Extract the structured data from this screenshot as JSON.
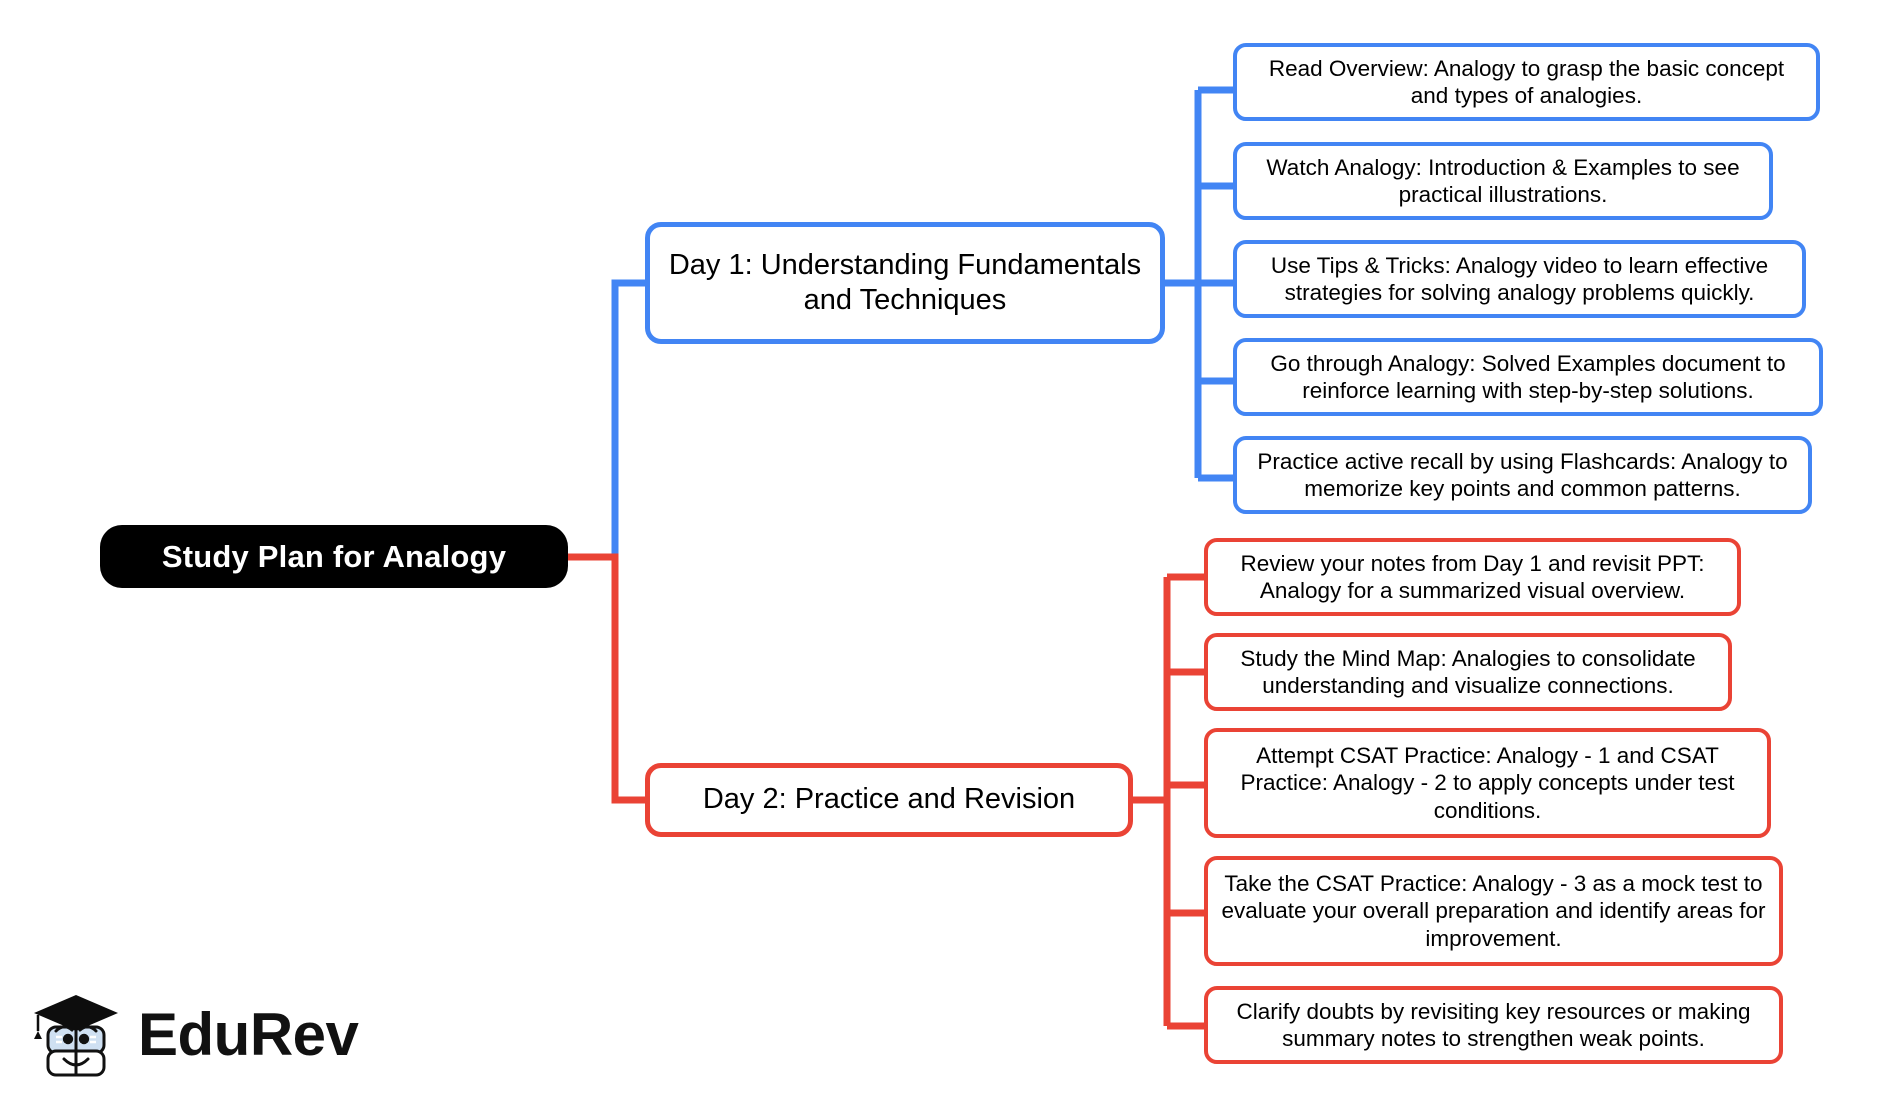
{
  "diagram": {
    "type": "mindmap",
    "title": "Study Plan for Analogy",
    "root": {
      "label": "Study Plan for Analogy",
      "color": "#000000",
      "text_color": "#FFFFFF"
    },
    "branches": [
      {
        "id": "day1",
        "label": "Day 1: Understanding Fundamentals and Techniques",
        "color": "#4285F4",
        "children": [
          {
            "label": "Read Overview: Analogy to grasp the basic concept and types of analogies."
          },
          {
            "label": "Watch Analogy: Introduction & Examples to see practical illustrations."
          },
          {
            "label": "Use Tips & Tricks: Analogy video to learn effective strategies for solving analogy problems quickly."
          },
          {
            "label": "Go through Analogy: Solved Examples document to reinforce learning with step-by-step solutions."
          },
          {
            "label": "Practice active recall by using Flashcards: Analogy to memorize key points and common patterns."
          }
        ]
      },
      {
        "id": "day2",
        "label": "Day 2: Practice and Revision",
        "color": "#EA4335",
        "children": [
          {
            "label": "Review your notes from Day 1 and revisit PPT: Analogy for a summarized visual overview."
          },
          {
            "label": "Study the Mind Map: Analogies to consolidate understanding and visualize connections."
          },
          {
            "label": "Attempt CSAT Practice: Analogy - 1 and CSAT Practice: Analogy - 2 to apply concepts under test conditions."
          },
          {
            "label": "Take the CSAT Practice: Analogy - 3 as a mock test to evaluate your overall preparation and identify areas for improvement."
          },
          {
            "label": "Clarify doubts by revisiting key resources or making summary notes to strengthen weak points."
          }
        ]
      }
    ]
  },
  "branding": {
    "wordmark": "EduRev",
    "logo_icon": "graduation-cap-book-mascot-icon"
  },
  "colors": {
    "blue": "#4285F4",
    "red": "#EA4335",
    "root_bg": "#000000",
    "canvas": "#FFFFFF",
    "text": "#000000"
  }
}
